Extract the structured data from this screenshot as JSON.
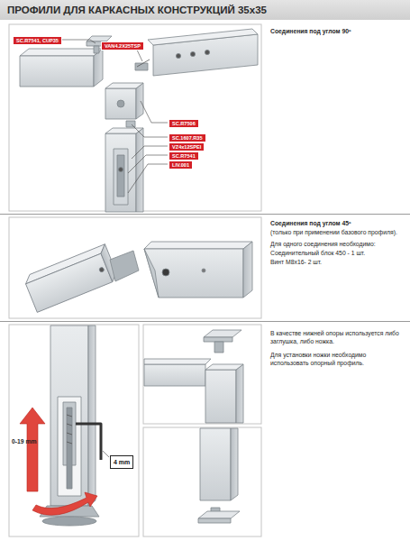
{
  "diagram": {
    "title": "ПРОФИЛИ ДЛЯ КАРКАСНЫХ КОНСТРУКЦИЙ 35х35",
    "nodes": [
      {
        "text": [
          "SC.R7541, CUP35"
        ]
      },
      {
        "text": [
          "VAN4.2X25TSP"
        ]
      },
      {
        "text": [
          "SC.R7506"
        ]
      },
      {
        "text": [
          "SC.1607.R35"
        ]
      },
      {
        "text": [
          "VZ4x12SPEI"
        ]
      },
      {
        "text": [
          "SC.R7541"
        ]
      },
      {
        "text": [
          "LIV.001"
        ]
      },
      {
        "text": [
          "4 mm"
        ]
      }
    ],
    "labels": [
      "Соединения под углом 90º",
      "Соединения под углом 45º",
      "(только при применении базового профиля).",
      "Для одного соединения необходимо:",
      "Соединительный блок 450 - 1 шт.",
      "Винт М8х16- 2 шт.",
      "В качестве нижней опоры используется либо заглушка, либо ножка.",
      "Для установки ножки необходимо использовать опорный профиль.",
      "0-19 mm"
    ]
  }
}
